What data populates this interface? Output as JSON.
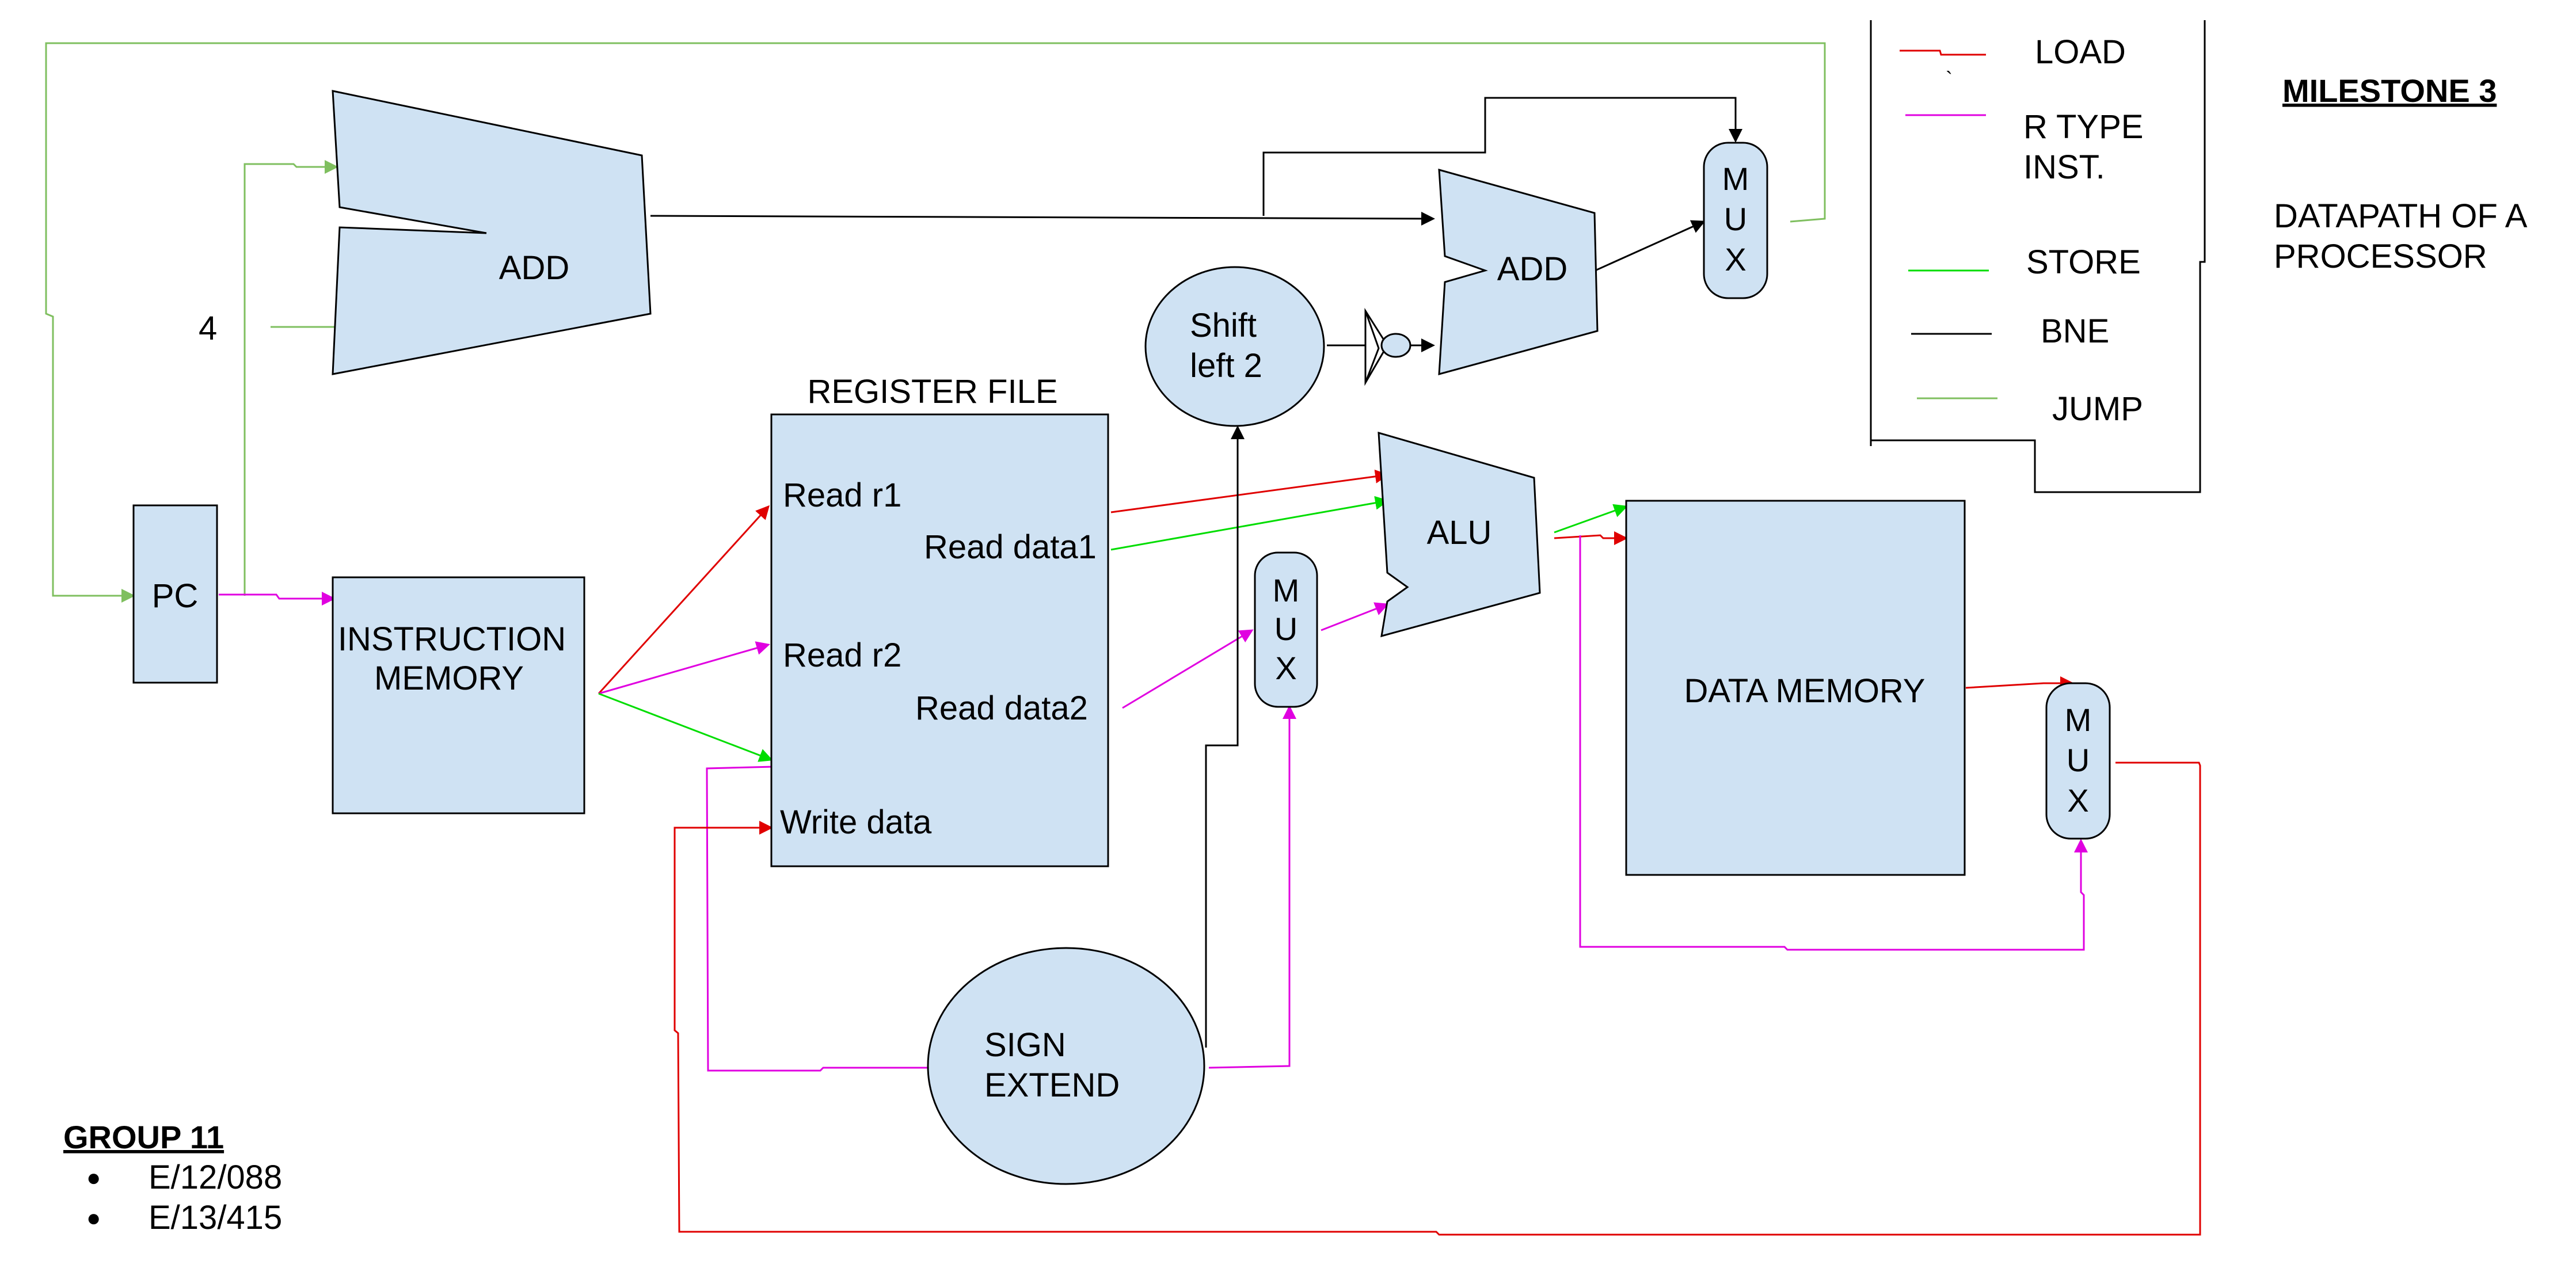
{
  "colors": {
    "load": "#e00000",
    "rtype": "#e000e0",
    "store": "#00dd00",
    "bne": "#000000",
    "jump": "#7fbf5f",
    "block_fill": "#cfe2f3"
  },
  "header": {
    "milestone": "MILESTONE   3",
    "subtitle_line1": "DATAPATH OF A",
    "subtitle_line2": "PROCESSOR"
  },
  "legend": {
    "load": "LOAD",
    "rtype_line1": "R TYPE",
    "rtype_line2": "INST.",
    "store": "STORE",
    "bne": "BNE",
    "jump": "JUMP",
    "tick": "`"
  },
  "blocks": {
    "pc": "PC",
    "instruction_memory_line1": "INSTRUCTION",
    "instruction_memory_line2": "MEMORY",
    "register_file_title": "REGISTER FILE",
    "read_r1": "Read r1",
    "read_r2": "Read r2",
    "write_data": "Write data",
    "read_data1": "Read data1",
    "read_data2": "Read data2",
    "add_top": "ADD",
    "add_branch": "ADD",
    "four": "4",
    "shift_line1": "Shift",
    "shift_line2": "left 2",
    "alu": "ALU",
    "data_memory": "DATA MEMORY",
    "sign_extend_line1": "SIGN",
    "sign_extend_line2": "EXTEND",
    "mux_letters": [
      "M",
      "U",
      "X"
    ]
  },
  "group": {
    "title": "GROUP 11",
    "members": [
      "E/12/088",
      "E/13/415"
    ],
    "bullet": "●"
  }
}
